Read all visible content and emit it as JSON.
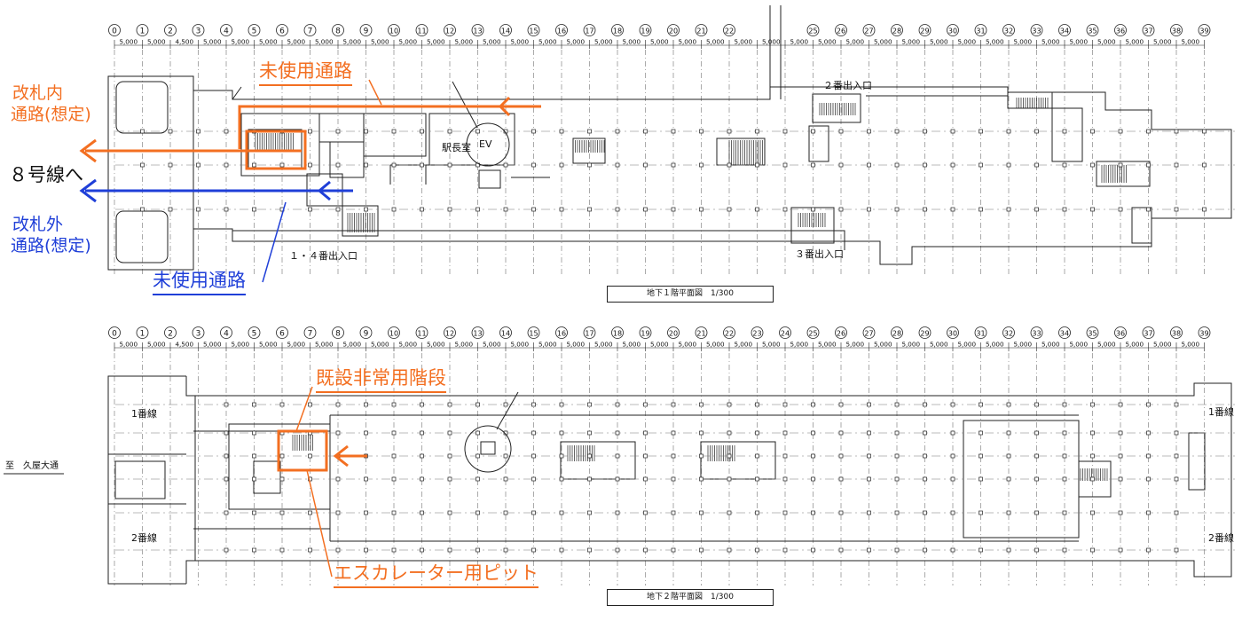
{
  "grid": {
    "numbers": [
      "0",
      "1",
      "2",
      "3",
      "4",
      "5",
      "6",
      "7",
      "8",
      "9",
      "10",
      "11",
      "12",
      "13",
      "14",
      "15",
      "16",
      "17",
      "18",
      "19",
      "20",
      "21",
      "22",
      "23",
      "24",
      "25",
      "26",
      "27",
      "28",
      "29",
      "30",
      "31",
      "32",
      "33",
      "34",
      "35",
      "36",
      "37",
      "38",
      "39"
    ],
    "spans": [
      "5,000",
      "5,000",
      "4,500",
      "5,000",
      "5,000",
      "5,000",
      "5,000",
      "5,000",
      "5,000",
      "5,000",
      "5,000",
      "5,000",
      "5,000",
      "5,000",
      "5,000",
      "5,000",
      "5,000",
      "5,000",
      "5,000",
      "5,000",
      "5,000",
      "5,000",
      "5,000",
      "5,000",
      "5,000",
      "5,000",
      "5,000",
      "5,000",
      "5,000",
      "5,000",
      "5,000",
      "5,000",
      "5,000",
      "5,000",
      "5,000",
      "5,000",
      "5,000",
      "5,000",
      "5,000"
    ],
    "b1_hidden_numbers": [
      "23",
      "24"
    ]
  },
  "b1": {
    "title": "地下１階平面図　1/300",
    "unused_passage_top": "未使用通路",
    "unused_passage_bottom": "未使用通路",
    "gate_inside_line1": "改札内",
    "gate_inside_line2": "通路(想定)",
    "to_line8": "８号線へ",
    "gate_outside_line1": "改札外",
    "gate_outside_line2": "通路(想定)",
    "station_office": "駅長室",
    "ev": "EV",
    "exit2": "２番出入口",
    "exit14": "１・４番出入口",
    "exit3": "３番出入口"
  },
  "b2": {
    "title": "地下２階平面図　1/300",
    "emergency_stairs": "既設非常用階段",
    "escalator_pit": "エスカレーター用ピット",
    "track1_left": "1番線",
    "track2_left": "2番線",
    "track1_right": "1番線",
    "track2_right": "2番線",
    "direction": "至　久屋大通"
  },
  "colors": {
    "annotation_orange": "#f36f21",
    "annotation_blue": "#1f3fd8",
    "linework": "#222222"
  }
}
